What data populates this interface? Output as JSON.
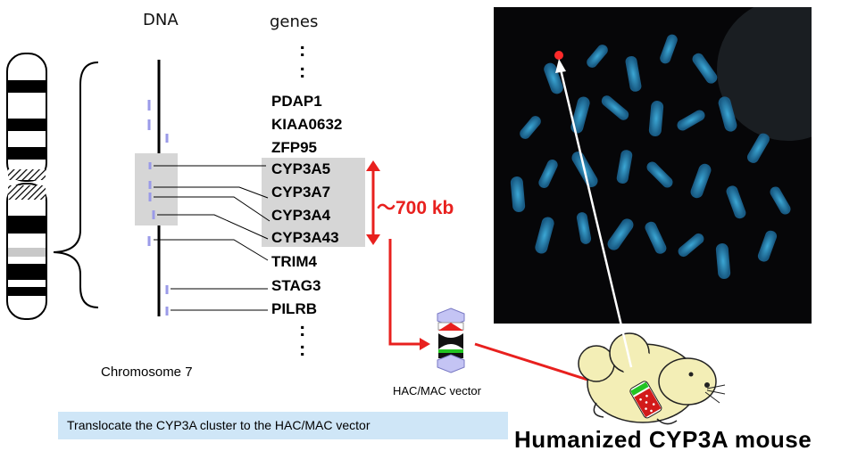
{
  "headers": {
    "dna": "DNA",
    "genes": "genes"
  },
  "genes": [
    "PDAP1",
    "KIAA0632",
    "ZFP95",
    "CYP3A5",
    "CYP3A7",
    "CYP3A4",
    "CYP3A43",
    "TRIM4",
    "STAG3",
    "PILRB"
  ],
  "ellipsis": ":",
  "chromosome_label": "Chromosome 7",
  "size_label": "～700 kb",
  "vector_label": "HAC/MAC vector",
  "banner_text": "Translocate the CYP3A cluster to the HAC/MAC vector",
  "mouse_label": "Humanized CYP3A mouse",
  "colors": {
    "arrow": "#e8201e",
    "highlight": "#d6d6d6",
    "gene_tick": "#9a9ae8",
    "photo_bg": "#060608",
    "chromosome_glow": "#3fa8d8"
  }
}
